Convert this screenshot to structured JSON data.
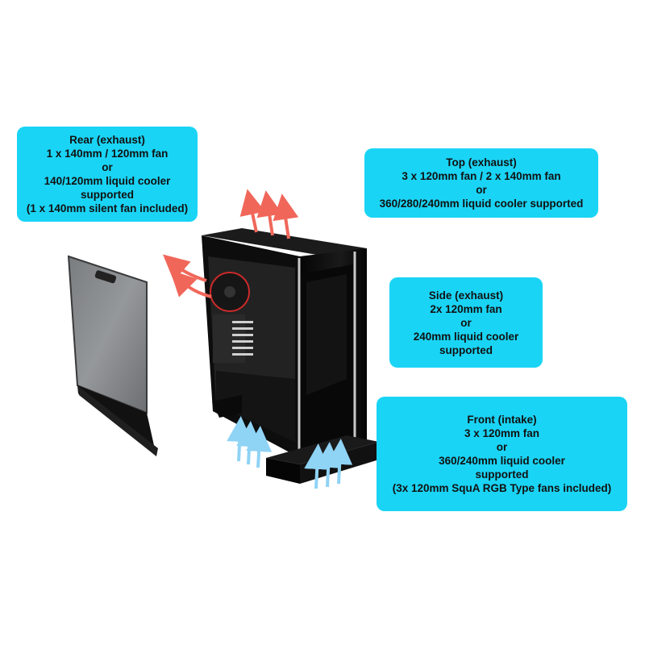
{
  "callouts": {
    "rear": {
      "lines": [
        "Rear (exhaust)",
        "1 x 140mm / 120mm fan",
        "or",
        "140/120mm liquid cooler",
        "supported",
        "(1 x 140mm silent fan included)"
      ]
    },
    "top": {
      "lines": [
        "Top (exhaust)",
        "3 x 120mm fan / 2 x 140mm fan",
        "or",
        "360/280/240mm liquid cooler supported"
      ]
    },
    "side": {
      "lines": [
        "Side (exhaust)",
        "2x 120mm fan",
        "or",
        "240mm liquid cooler",
        "supported"
      ]
    },
    "front": {
      "lines": [
        "Front (intake)",
        "3 x 120mm fan",
        "or",
        "360/240mm liquid cooler",
        "supported",
        "(3x 120mm SquA RGB Type fans included)"
      ]
    }
  },
  "colors": {
    "callout_bg": "#1ad4f5",
    "exhaust_arrow": "#f0675a",
    "intake_arrow": "#8fd3f5",
    "case_body": "#0c0c0c",
    "trim": "#c8c8c8"
  },
  "icons": {
    "exhaust": "arrow-up-icon",
    "intake": "arrow-up-icon"
  }
}
